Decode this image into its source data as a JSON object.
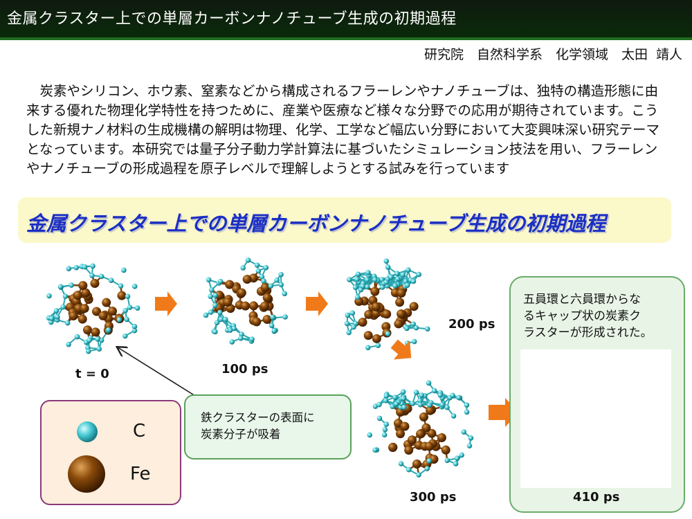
{
  "header": {
    "title": "金属クラスター上での単層カーボンナノチューブ生成の初期過程"
  },
  "author": {
    "text": "研究院　自然科学系　化学領域　太田 靖人"
  },
  "intro": {
    "paragraph": "炭素やシリコン、ホウ素、窒素などから構成されるフラーレンやナノチューブは、独特の構造形態に由来する優れた物理化学特性を持つために、産業や医療など様々な分野での応用が期待されています。こうした新規ナノ材料の生成機構の解明は物理、化学、工学など幅広い分野において大変興味深い研究テーマとなっています。本研究では量子分子動力学計算法に基づいたシミュレーション技法を用い、フラーレンやナノチューブの形成過程を原子レベルで理解しようとする試みを行っています"
  },
  "section": {
    "subtitle": "金属クラスター上での単層カーボンナノチューブ生成の初期過程"
  },
  "snapshots": {
    "t0": "t = 0",
    "t100": "100 ps",
    "t200": "200 ps",
    "t300": "300 ps",
    "t410": "410 ps"
  },
  "legend": {
    "carbon": "C",
    "iron": "Fe"
  },
  "callout": {
    "line1": "鉄クラスターの表面に",
    "line2": "炭素分子が吸着"
  },
  "cap_note": {
    "line1": "五員環と六員環からな",
    "line2": "るキャップ状の炭素ク",
    "line3": "ラスターが形成された。"
  },
  "colors": {
    "carbon": "#3fc6cf",
    "iron": "#8a4a0a",
    "arrow": "#f07a1a",
    "title_text": "#1a2fc4",
    "subtitle_bg": "#fbf8c9"
  }
}
